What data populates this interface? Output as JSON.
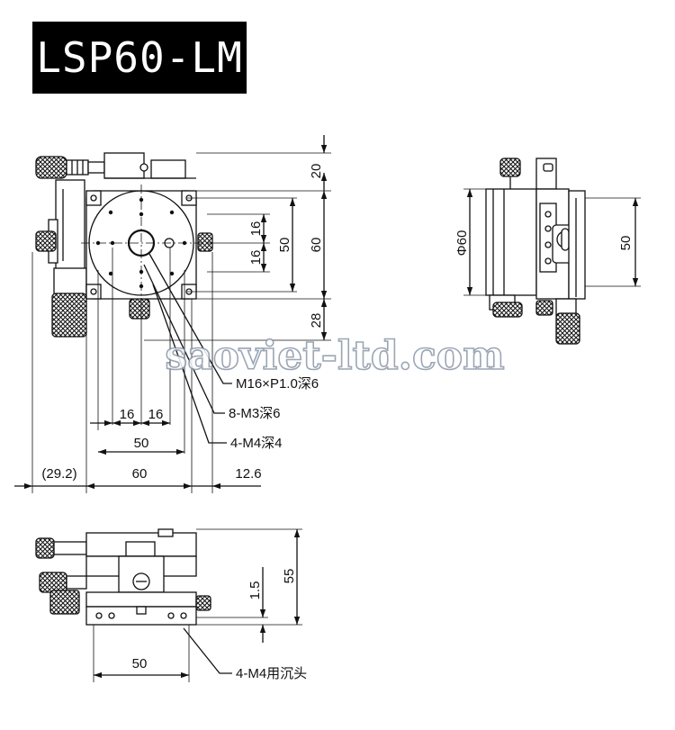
{
  "title": "LSP60-LM",
  "watermark": "saoviet-ltd.com",
  "top_view": {
    "dims": {
      "top_20": "20",
      "d16_a": "16",
      "d16_b": "16",
      "d50": "50",
      "d60": "60",
      "d28": "28",
      "h16_a": "16",
      "h16_b": "16",
      "h50": "50",
      "h60": "60",
      "left_29": "(29.2)",
      "right_12": "12.6"
    },
    "callouts": {
      "m16": "M16×P1.0深6",
      "m3": "8-M3深6",
      "m4": "4-M4深4"
    }
  },
  "side_view": {
    "dims": {
      "phi60": "Φ60",
      "d50": "50"
    }
  },
  "front_view": {
    "dims": {
      "d55": "55",
      "d1_5": "1.5",
      "d50": "50"
    },
    "callout": "4-M4用沉头"
  },
  "colors": {
    "line": "#111111",
    "watermark_stroke": "#8a97a8",
    "accent_blue": "#3a6fb5"
  }
}
